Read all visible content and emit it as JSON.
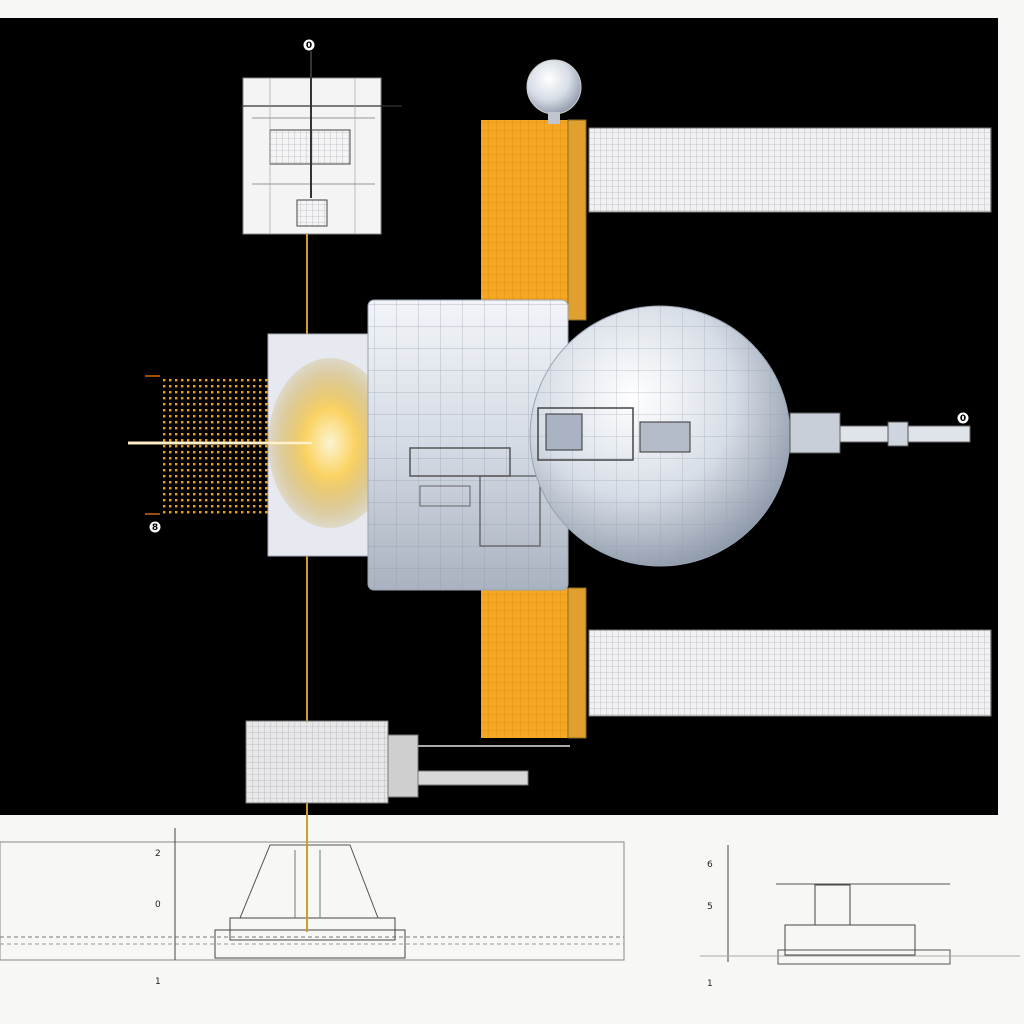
{
  "colors": {
    "background": "#000000",
    "page": "#f7f7f5",
    "solar_panel_yellow": "#f5a623",
    "module_silver": "#d5dbe4",
    "array_white": "#f1f1f1",
    "beam_gold": "#ffd66b"
  },
  "markers": {
    "top": "0",
    "left": "8",
    "right": "0"
  },
  "elevation_left": {
    "scale_labels": [
      "2",
      "0",
      "1"
    ],
    "legend_left": [
      "",
      "",
      ""
    ],
    "notes": [
      "",
      "",
      ""
    ]
  },
  "elevation_right": {
    "scale_labels": [
      "6",
      "5",
      "1"
    ],
    "legend_left": [
      ""
    ],
    "notes": [
      "",
      ""
    ]
  }
}
